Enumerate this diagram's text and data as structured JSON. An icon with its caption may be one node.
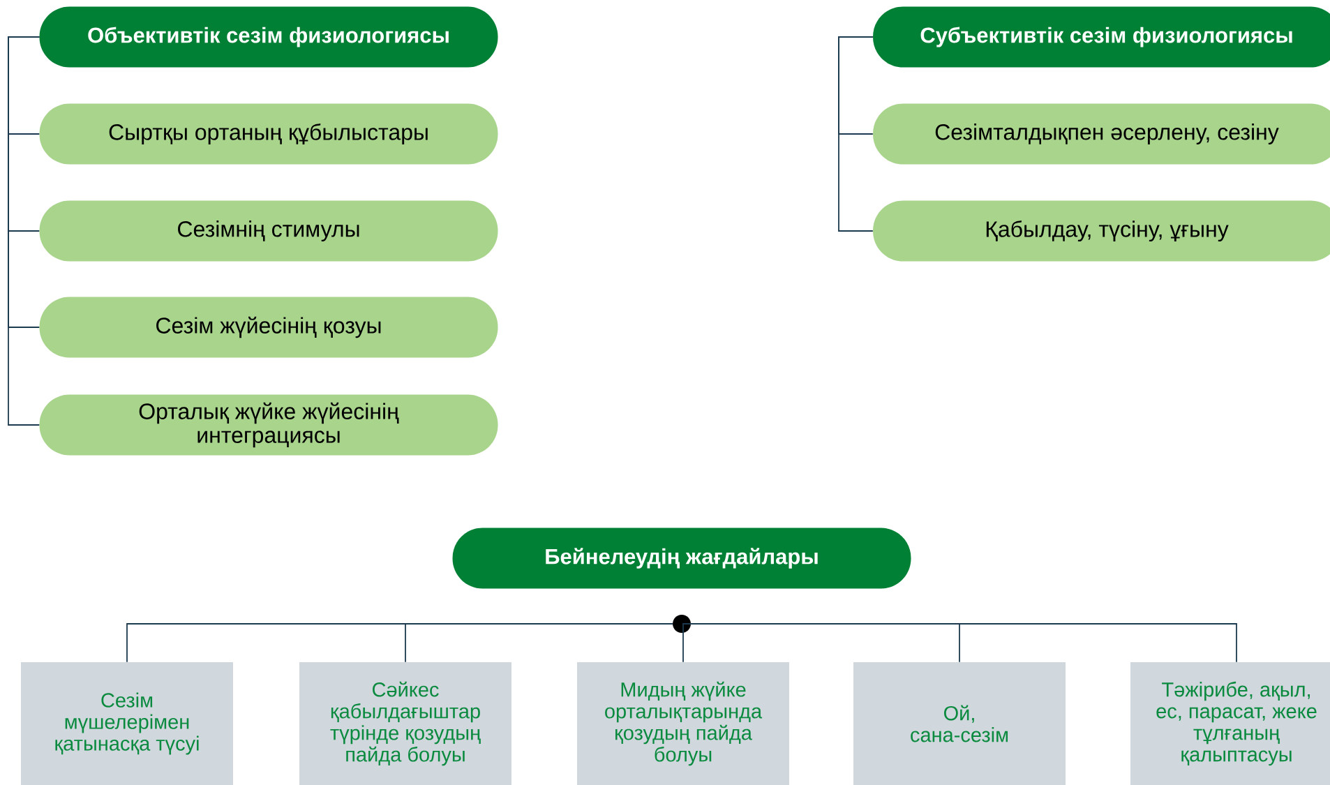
{
  "diagram": {
    "nodes": [
      {
        "text": [
          "Объективтік сезім физиологиясы"
        ]
      },
      {
        "text": [
          "Сыртқы ортаның құбылыстары"
        ]
      },
      {
        "text": [
          "Сезімнің стимулы"
        ]
      },
      {
        "text": [
          "Сезім жүйесінің қозуы"
        ]
      },
      {
        "text": [
          "Орталық жүйке жүйесінің интеграциясы"
        ]
      },
      {
        "text": [
          "Субъективтік сезім физиологиясы"
        ]
      },
      {
        "text": [
          "Сезімталдықпен әсерлену, сезіну"
        ]
      },
      {
        "text": [
          "Қабылдау, түсіну, ұғыну"
        ]
      },
      {
        "text": [
          "Бейнелеудің жағдайлары"
        ]
      },
      {
        "text": [],
        "shape": "circle"
      },
      {
        "text": [
          "Сезім мүшелерімен қатынасқа түсуі"
        ]
      },
      {
        "text": [
          "Сәйкес қабылдағыштар түрінде қозудың пайда болуы"
        ]
      },
      {
        "text": [
          "Мидың жүйке орталықтарында қозудың пайда болуы"
        ]
      },
      {
        "text": [
          "Ой, сана-сезім"
        ]
      },
      {
        "text": [
          "Тәжірибе, ақыл, ес, парасат, жеке тұлғаның қалыптасуы"
        ]
      }
    ],
    "edges": [
      {
        "from": 0,
        "to": 1,
        "arrow": "none"
      },
      {
        "from": 0,
        "to": 2,
        "arrow": "none"
      },
      {
        "from": 0,
        "to": 3,
        "arrow": "none"
      },
      {
        "from": 0,
        "to": 4,
        "arrow": "none"
      },
      {
        "from": 5,
        "to": 6,
        "arrow": "none"
      },
      {
        "from": 5,
        "to": 7,
        "arrow": "none"
      },
      {
        "from": 9,
        "to": 10,
        "arrow": "none"
      },
      {
        "from": 9,
        "to": 11,
        "arrow": "none"
      },
      {
        "from": 9,
        "to": 12,
        "arrow": "none"
      },
      {
        "from": 9,
        "to": 13,
        "arrow": "none"
      },
      {
        "from": 9,
        "to": 14,
        "arrow": "none"
      }
    ]
  }
}
